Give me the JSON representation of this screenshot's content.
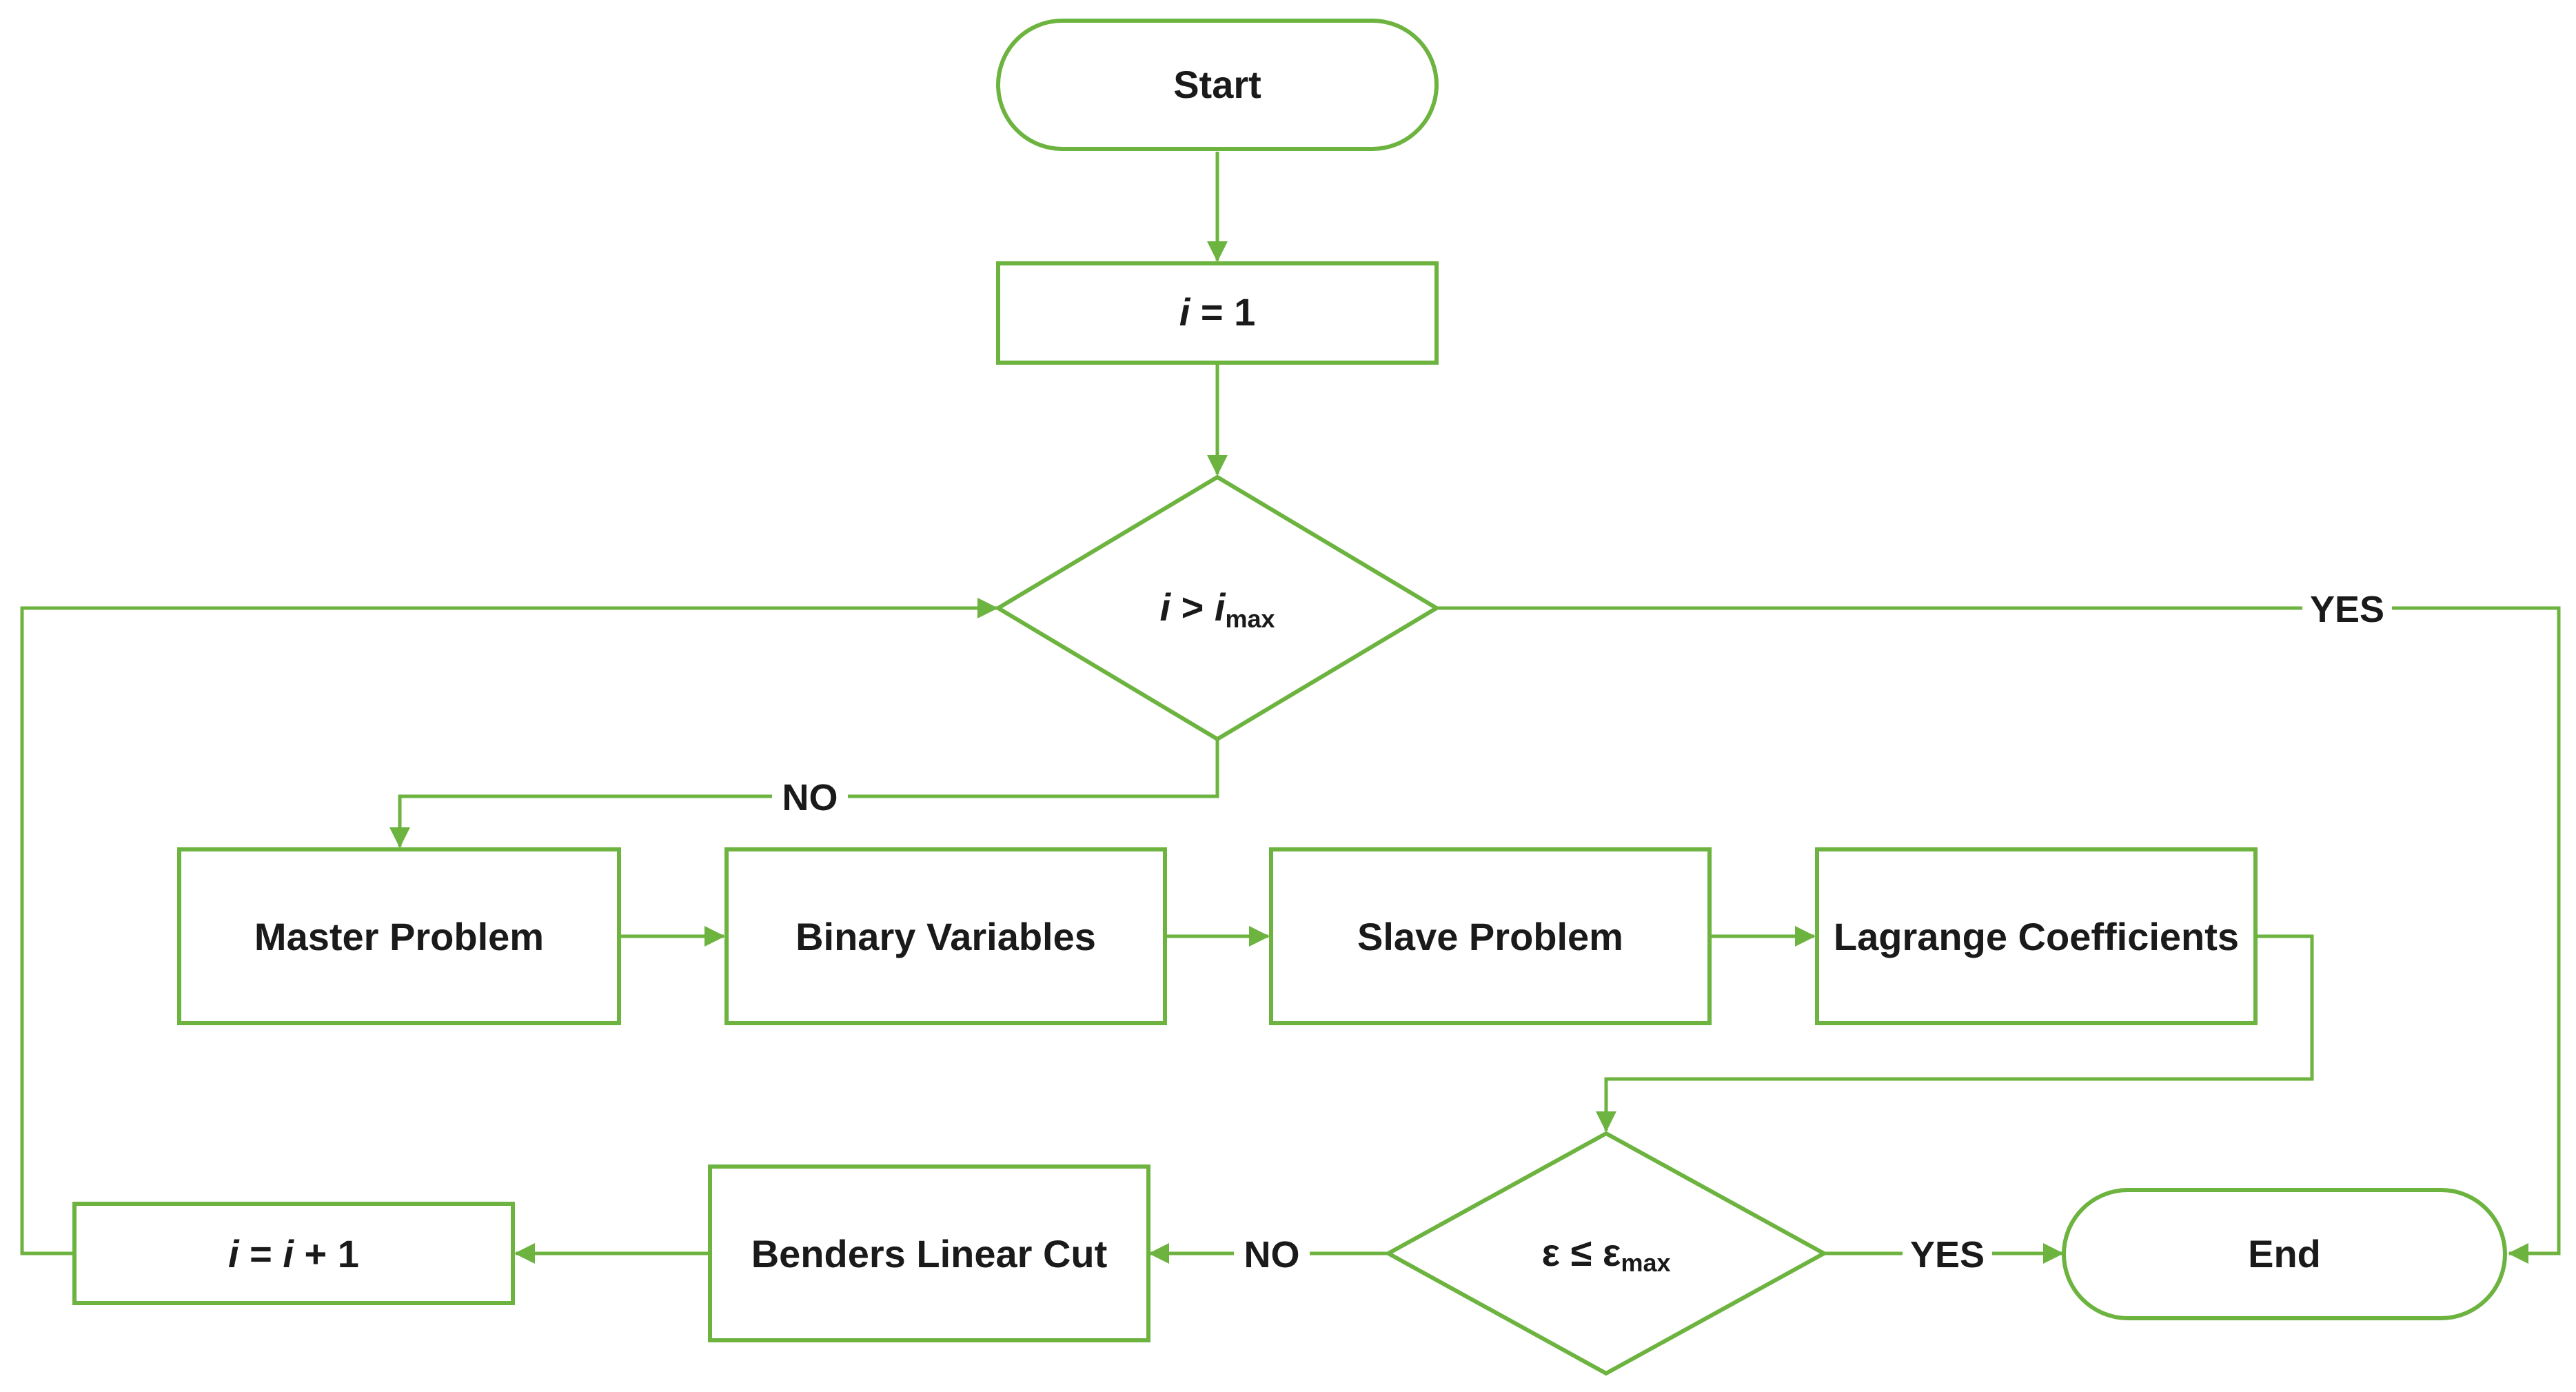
{
  "diagram": {
    "nodes": {
      "start": "Start",
      "init": {
        "var": "i",
        "rest": " = 1"
      },
      "check_iter": {
        "var_a": "i",
        "op": " > ",
        "var_b": "i",
        "sub": "max"
      },
      "master": "Master Problem",
      "binary": "Binary Variables",
      "slave": "Slave Problem",
      "lagrange": "Lagrange Coefficients",
      "check_eps": {
        "lhs": "ε ≤ ε",
        "sub": "max"
      },
      "benders": "Benders Linear Cut",
      "increment": {
        "var_a": "i",
        "eq": " = ",
        "var_b": "i",
        "rest": " + 1"
      },
      "end": "End"
    },
    "edge_labels": {
      "iter_yes": "YES",
      "iter_no": "NO",
      "eps_yes": "YES",
      "eps_no": "NO"
    },
    "colors": {
      "stroke": "#6db33f",
      "text": "#1a1a1a"
    }
  }
}
